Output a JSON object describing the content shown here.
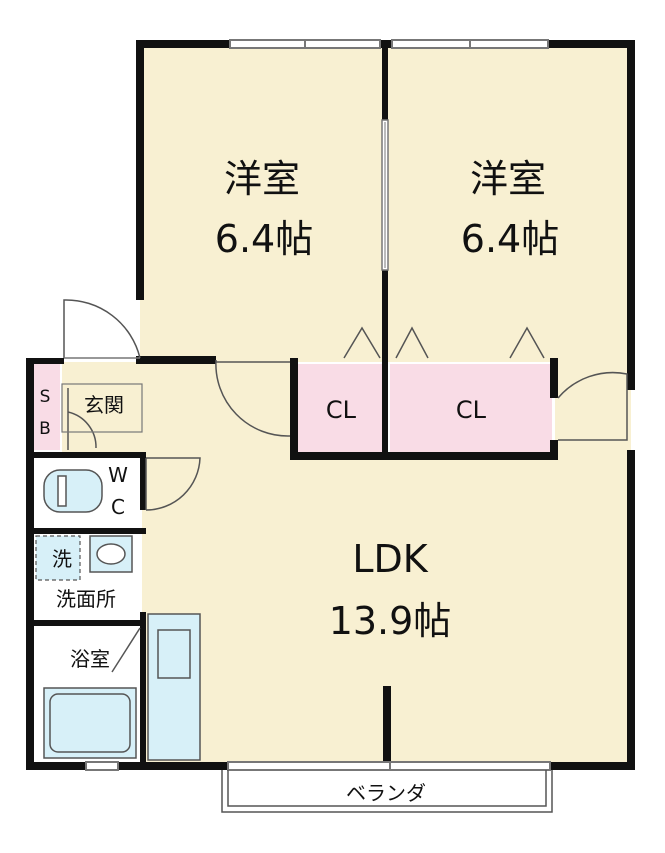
{
  "colors": {
    "wall": "#111111",
    "room_fill": "#f8f0d2",
    "closet_fill": "#f9dce6",
    "wet_fill": "#d7f0f8",
    "fixture_stroke": "#555555",
    "thin_line": "#777777"
  },
  "rooms": {
    "western_left": {
      "name": "洋室",
      "size": "6.4帖"
    },
    "western_right": {
      "name": "洋室",
      "size": "6.4帖"
    },
    "ldk": {
      "name": "LDK",
      "size": "13.9帖"
    },
    "closet_left": {
      "name": "CL"
    },
    "closet_right": {
      "name": "CL"
    },
    "entrance": {
      "name": "玄関"
    },
    "shoe_box": {
      "line1": "S",
      "line2": "B"
    },
    "toilet": {
      "line1": "W",
      "line2": "C"
    },
    "laundry": {
      "name": "洗"
    },
    "washroom": {
      "name": "洗面所"
    },
    "bathroom": {
      "name": "浴室"
    },
    "balcony": {
      "name": "ベランダ"
    }
  }
}
